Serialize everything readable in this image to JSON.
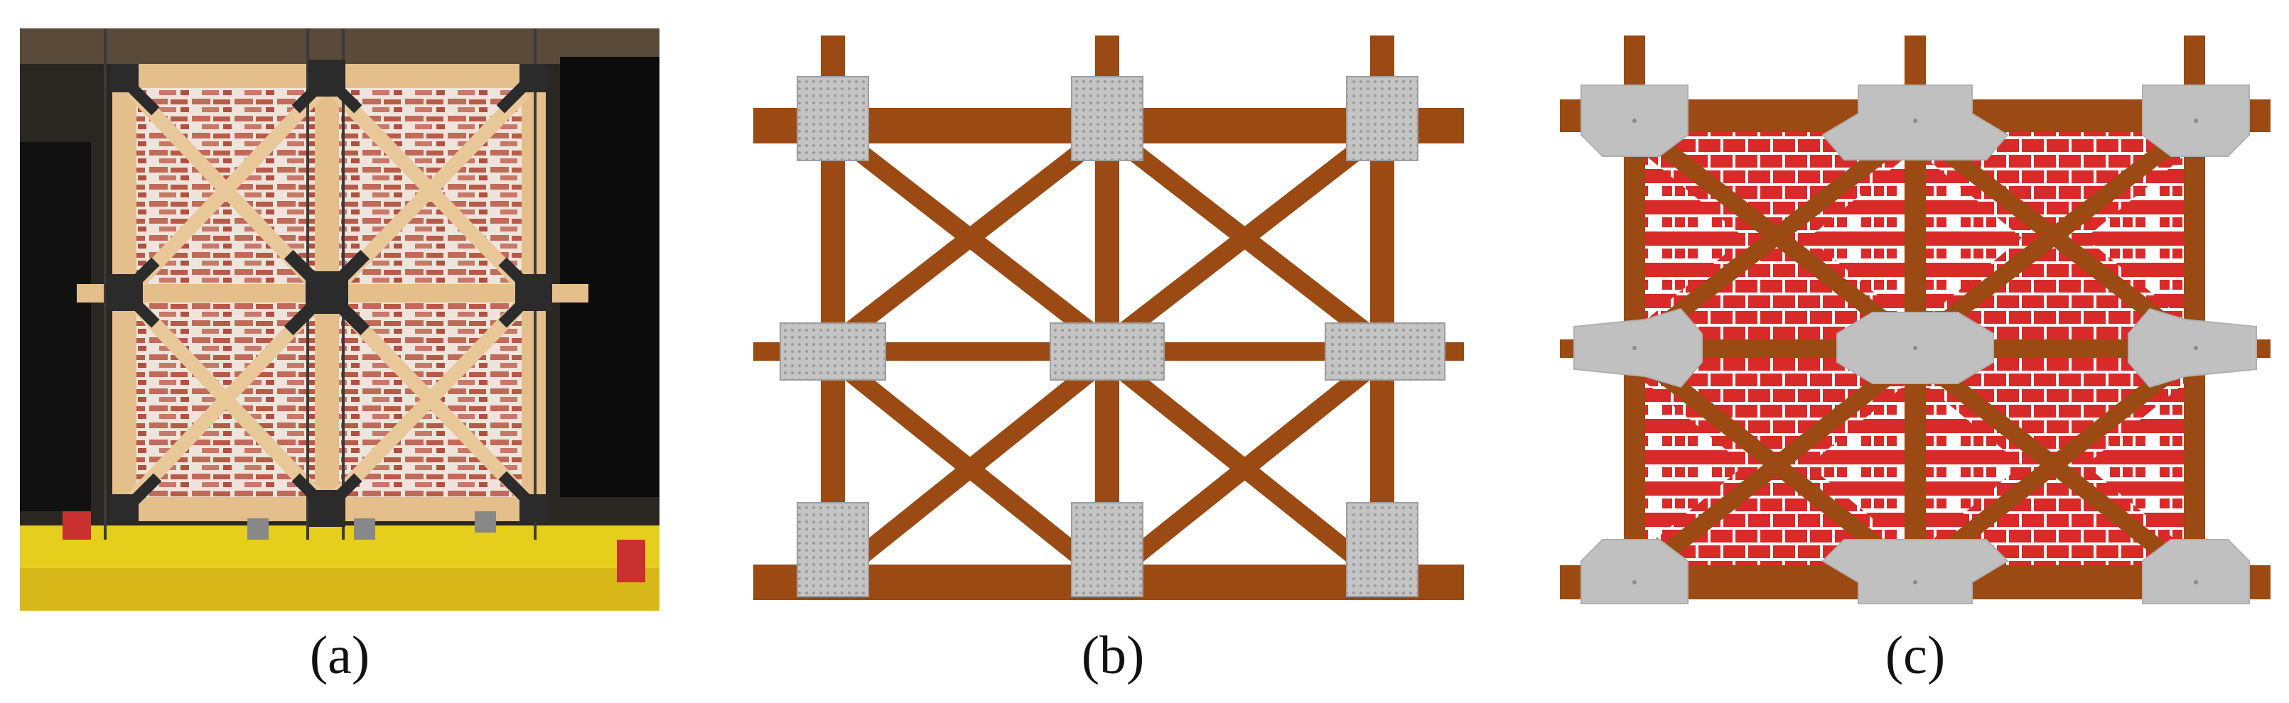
{
  "figure": {
    "panels": [
      {
        "id": "a",
        "caption": "(a)"
      },
      {
        "id": "b",
        "caption": "(b)"
      },
      {
        "id": "c",
        "caption": "(c)"
      }
    ]
  },
  "colors": {
    "timber": "#9a4a12",
    "plate": "#bdbdbd",
    "brick": "#d92a2a",
    "mortar": "#e8e8e8",
    "photo_timber": "#e6c08e",
    "photo_steel": "#2e2e2e",
    "photo_base": "#e9d21a"
  }
}
